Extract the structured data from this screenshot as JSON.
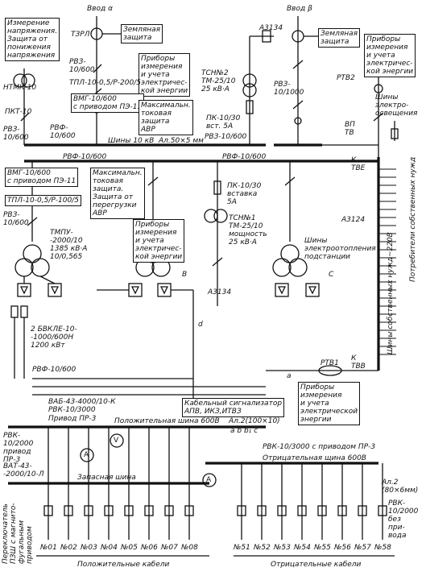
{
  "labels": {
    "izm_zaschita": "Измерение\nнапряжения.\nЗащита от\nпонижения\nнапряжения",
    "vvod_a": "Ввод α",
    "vvod_b": "Ввод β",
    "tzrl": "ТЗРЛ",
    "zem_zasch_1": "Земляная\nзащита",
    "zem_zasch_2": "Земляная\nзащита",
    "a3134_top": "А3134",
    "rvz_1000": "РВЗ-\n10/1000",
    "rtv2": "РТВ2",
    "pribory_1": "Приборы\nизмерения\nи учета\nэлектричес-\nкой энергии",
    "pribory_2": "Приборы\nизмерения\nи учета\nэлектричес-\nкой энергии",
    "pribory_3": "Приборы\nизмерения\nи учета\nэлектричес-\nкой энергии",
    "pribory_4": "Приборы\nизмерения\nи учета\nэлектрической\nэнергии",
    "ntmk": "НТМК-10",
    "rvz_600_a": "РВЗ-\n10/600",
    "tpl_200": "ТПЛ-10-0,5/Р-200/5",
    "tsn2": "ТСН№2\nТМ-25/10\n25 кВ·А",
    "pkt": "ПКТ-10",
    "vmg_1": "ВМГ-10/600\nс приводом ПЭ-11",
    "maks_avr": "Максимальн.\nтоковая\nзащита\nАВР",
    "pk_vst": "ПК-10/30\nвст. 5А",
    "rvz_600_b": "РВЗ-10/600",
    "vp_tv": "ВП\nТВ",
    "shiny_osv": "Шины\nэлектро-\nосвещения",
    "rvz_600_c": "РВЗ-\n10/600",
    "rvf_600_a": "РВФ-\n10/600",
    "shiny_10kv": "Шины 10 кВ  Ал.50×5 мм",
    "rvf_600_b": "РВФ-10/600",
    "rvf_600_c": "РВФ-10/600",
    "k_tv_e": "К\nТВЕ",
    "vmg_2": "ВМГ-10/600\nс приводом ПЭ-11",
    "maks_2": "Максимальн.\nтоковая\nзащита.\nЗащита от\nперегрузки\nАВР",
    "tpl_100": "ТПЛ-10-0,5/Р-100/5",
    "pk_5a": "ПК-10/30\nвставка\n5А",
    "rvz_600_d": "РВЗ-\n10/600",
    "tsn1": "ТСН№1\nТМ-25/10\nмощность\n25 кВ·А",
    "a3124": "А3124",
    "shiny_otopl": "Шины\nэлектроотопления\nподстанции",
    "tmpu": "ТМПУ-\n-2000/10\n1385 кВ·А\n10/0,565",
    "b_lbl": "В",
    "c_lbl": "С",
    "a3134_mid": "А3134",
    "d_lbl": "d",
    "shiny_sn": "Шины собственных нужд~220В",
    "potr_sn": "Потребители собственных нужд",
    "bvkle": "2 БВКЛЕ-10-\n-1000/600Н\n1200 кВт",
    "rtv1": "РТВ1",
    "k_tv_b": "К\nТВВ",
    "a_lbl": "а",
    "rvf_600_d": "РВФ-10/600",
    "kab_sign": "Кабельный сигнализатор\nАПВ, ИКЗ,ИТВЗ",
    "vab": "ВАБ-43-4000/10-К",
    "rvk_3000_a": "РВК-10/3000",
    "privod_pr3": "Привод ПР-3",
    "pol_shina": "Положительная шина 600В",
    "al2_top": "Ал.2(100×10)",
    "abc": "а b b₁ c",
    "rvk_2000": "РВК-\n10/2000\nпривод\nПР-3",
    "rvk_3000_b": "РВК-10/3000 с приводом ПР-3",
    "otr_shina": "Отрицательная щина 600В",
    "vat": "ВАТ-43-\n-2000/10-Л",
    "zap_shina": "Запасная шина",
    "al2_bot": "Ал.2\n(80×6мм)",
    "rvk_2000_b": "РВК-\n10/2000\nбез\nпри-\nвода",
    "pereklyuch": "Переключатель\nПЗШ с магнито-\nфугальным\nприводом",
    "pol_kabeli": "Положительные кабели",
    "otr_kabeli": "Отрицательные кабели",
    "meter_a": "А",
    "meter_v": "V"
  },
  "pos_feeders": [
    "№01",
    "№02",
    "№03",
    "№04",
    "№05",
    "№06",
    "№07",
    "№08"
  ],
  "neg_feeders": [
    "№51",
    "№52",
    "№53",
    "№54",
    "№55",
    "№56",
    "№57",
    "№58"
  ]
}
